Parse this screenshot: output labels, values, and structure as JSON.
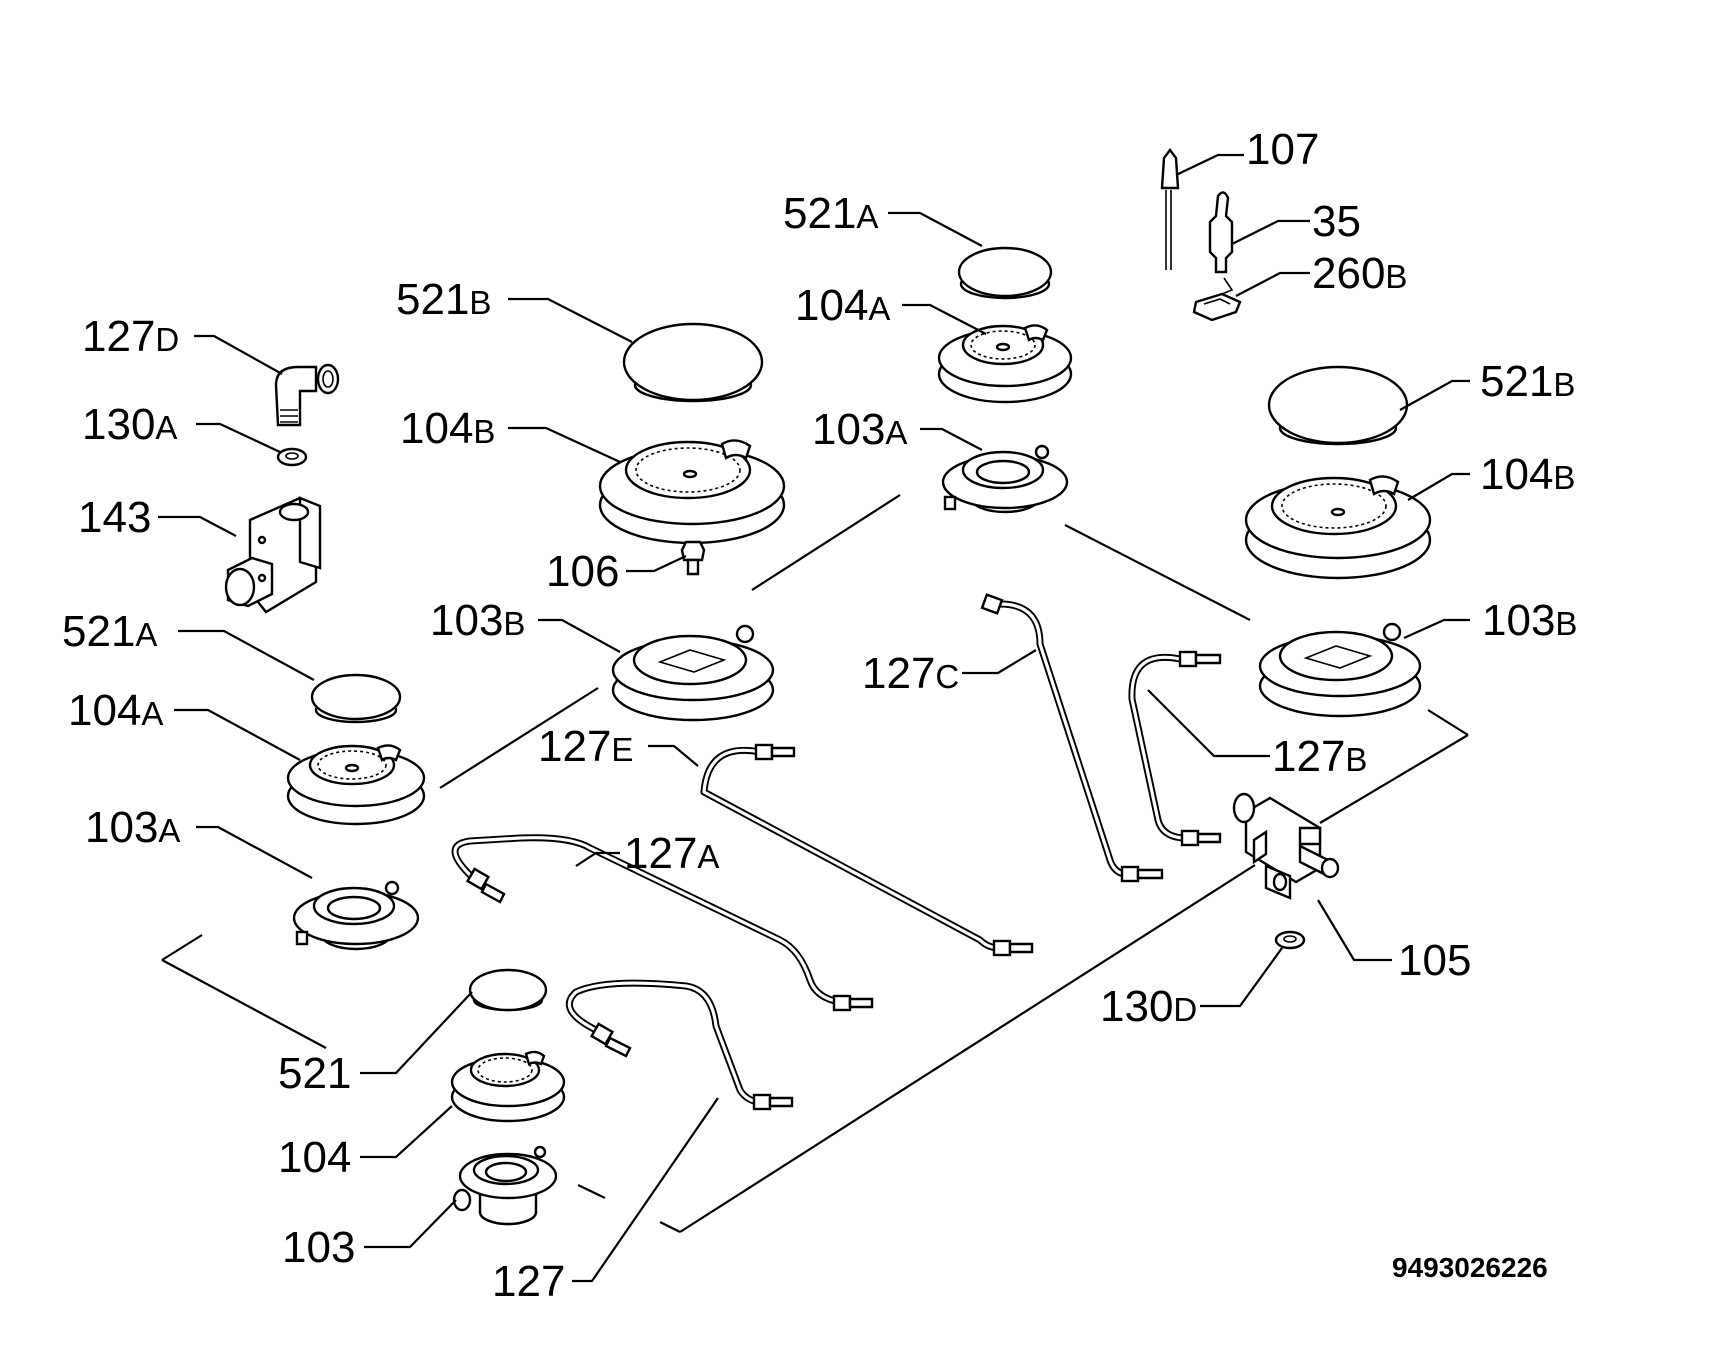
{
  "document_number": "9493026226",
  "callouts": {
    "c107": {
      "num": "107",
      "suffix": ""
    },
    "c35": {
      "num": "35",
      "suffix": ""
    },
    "c260b": {
      "num": "260",
      "suffix": "B"
    },
    "c521a_t": {
      "num": "521",
      "suffix": "A"
    },
    "c104a_t": {
      "num": "104",
      "suffix": "A"
    },
    "c103a_t": {
      "num": "103",
      "suffix": "A"
    },
    "c521b_l": {
      "num": "521",
      "suffix": "B"
    },
    "c104b_l": {
      "num": "104",
      "suffix": "B"
    },
    "c106": {
      "num": "106",
      "suffix": ""
    },
    "c103b_l": {
      "num": "103",
      "suffix": "B"
    },
    "c127d": {
      "num": "127",
      "suffix": "D"
    },
    "c130a": {
      "num": "130",
      "suffix": "A"
    },
    "c143": {
      "num": "143",
      "suffix": ""
    },
    "c521a_l": {
      "num": "521",
      "suffix": "A"
    },
    "c104a_l": {
      "num": "104",
      "suffix": "A"
    },
    "c103a_l": {
      "num": "103",
      "suffix": "A"
    },
    "c521b_r": {
      "num": "521",
      "suffix": "B"
    },
    "c104b_r": {
      "num": "104",
      "suffix": "B"
    },
    "c103b_r": {
      "num": "103",
      "suffix": "B"
    },
    "c127c": {
      "num": "127",
      "suffix": "C"
    },
    "c127b": {
      "num": "127",
      "suffix": "B"
    },
    "c127e": {
      "num": "127",
      "suffix": "E"
    },
    "c127a": {
      "num": "127",
      "suffix": "A"
    },
    "c105": {
      "num": "105",
      "suffix": ""
    },
    "c130d": {
      "num": "130",
      "suffix": "D"
    },
    "c521": {
      "num": "521",
      "suffix": ""
    },
    "c104": {
      "num": "104",
      "suffix": ""
    },
    "c103": {
      "num": "103",
      "suffix": ""
    },
    "c127": {
      "num": "127",
      "suffix": ""
    }
  }
}
